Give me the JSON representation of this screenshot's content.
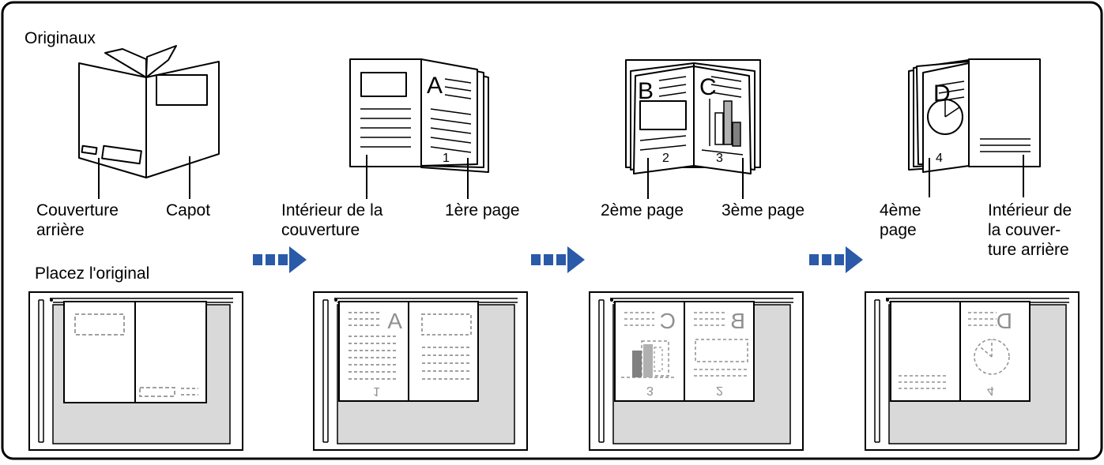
{
  "section_original": "Originaux",
  "section_place": "Placez l'original",
  "step1": {
    "left_label": "Couverture\narrière",
    "right_label": "Capot"
  },
  "step2": {
    "left_label": "Intérieur de la\ncouverture",
    "right_label": "1ère page",
    "page_letter": "A",
    "page_number": "1"
  },
  "step3": {
    "left_label": "2ème page",
    "right_label": "3ème page",
    "left_letter": "B",
    "right_letter": "C",
    "left_number": "2",
    "right_number": "3"
  },
  "step4": {
    "left_label": "4ème\npage",
    "right_label": "Intérieur de\nla couver-\nture arrière",
    "page_letter": "D",
    "page_number": "4"
  },
  "colors": {
    "arrow": "#2a5aa8",
    "glass": "#d9d9d9",
    "bar_dark": "#808080",
    "bar_light": "#b0b0b0",
    "border": "#000000"
  }
}
